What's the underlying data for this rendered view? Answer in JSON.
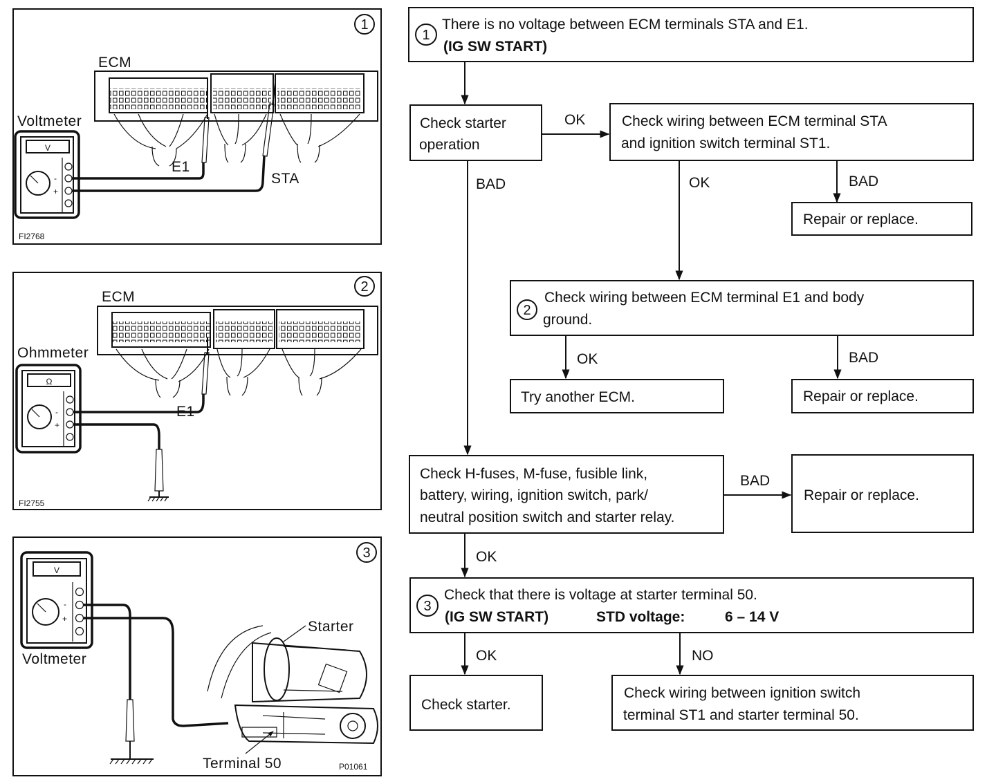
{
  "panels": {
    "p1": {
      "marker": "1",
      "ecm": "ECM",
      "meter": "Voltmeter",
      "meter_symbol": "V",
      "probe_a": "E1",
      "probe_b": "STA",
      "code": "FI2768"
    },
    "p2": {
      "marker": "2",
      "ecm": "ECM",
      "meter": "Ohmmeter",
      "meter_symbol": "Ω",
      "probe_a": "E1",
      "code": "FI2755"
    },
    "p3": {
      "marker": "3",
      "meter": "Voltmeter",
      "meter_symbol": "V",
      "starter": "Starter",
      "terminal": "Terminal 50",
      "code": "P01061"
    }
  },
  "meter_marks": {
    "minus": "-",
    "plus": "+"
  },
  "flow": {
    "step1": {
      "marker": "1",
      "line1": "There is no voltage between ECM terminals STA and E1.",
      "line2": "(IG SW START)"
    },
    "starter_op": {
      "line1": "Check starter",
      "line2": "operation"
    },
    "wiring_sta": {
      "line1": "Check wiring between ECM terminal STA",
      "line2": "and ignition switch terminal ST1."
    },
    "repair1": "Repair or replace.",
    "step2": {
      "marker": "2",
      "line1": "Check wiring between ECM terminal E1 and body",
      "line2": "ground."
    },
    "try_ecm": "Try another ECM.",
    "repair2": "Repair or replace.",
    "fuses": {
      "line1": "Check H-fuses, M-fuse, fusible link,",
      "line2": "battery, wiring, ignition switch, park/",
      "line3": "neutral position switch and starter relay."
    },
    "repair3": "Repair or replace.",
    "step3": {
      "marker": "3",
      "line1": "Check that there is voltage at starter terminal 50.",
      "line2a": "(IG SW START)",
      "line2b": "STD voltage:",
      "line2c": "6 – 14 V"
    },
    "check_starter": "Check starter.",
    "wiring_st1": {
      "line1": "Check wiring between ignition switch",
      "line2": "terminal ST1 and starter terminal 50."
    }
  },
  "edges": {
    "ok_a": "OK",
    "bad_a": "BAD",
    "ok_b": "OK",
    "bad_b": "BAD",
    "ok_c": "OK",
    "bad_c": "BAD",
    "bad_d": "BAD",
    "ok_d": "OK",
    "ok_e": "OK",
    "no_e": "NO"
  }
}
